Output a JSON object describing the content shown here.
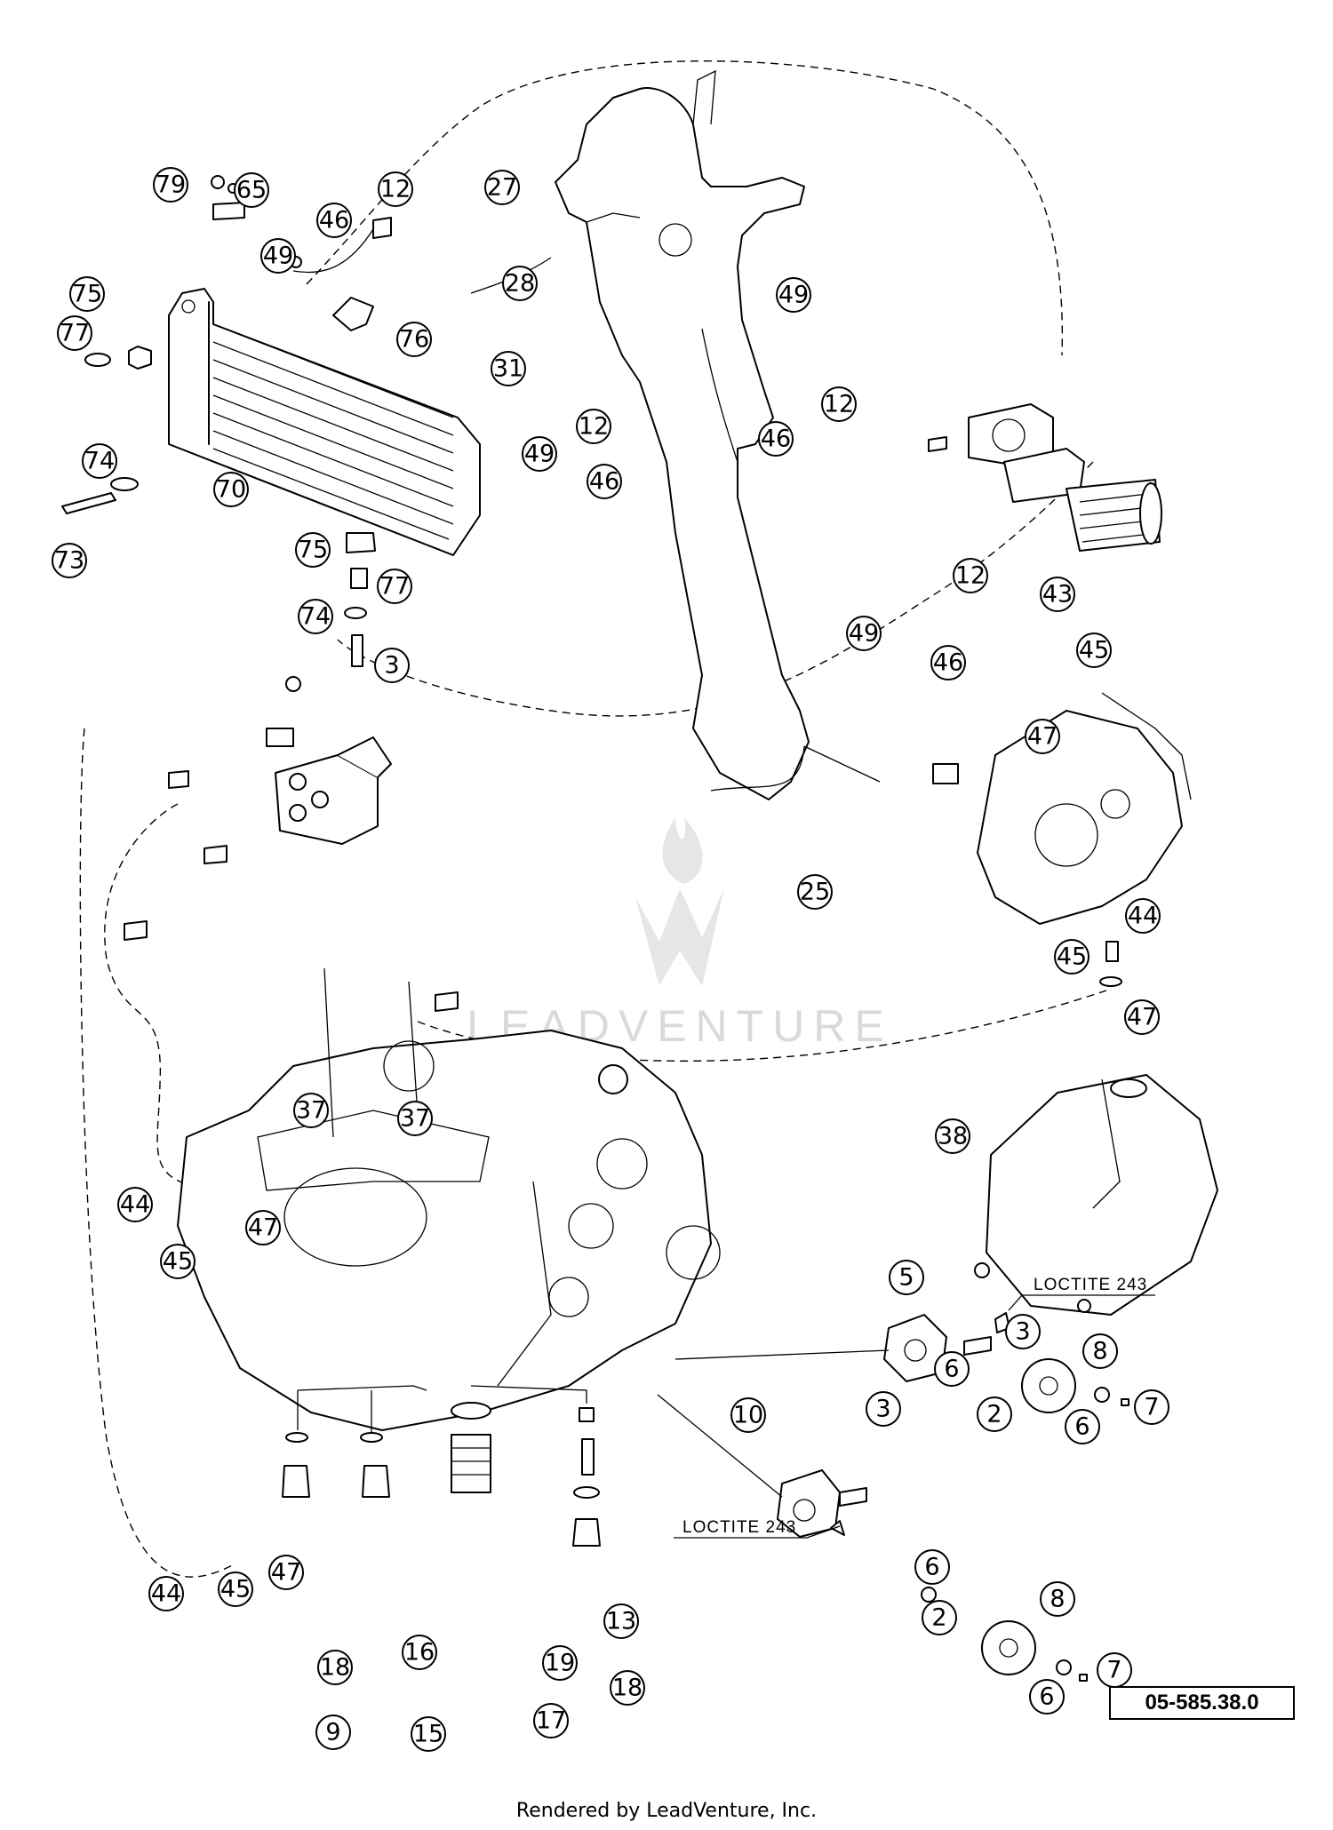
{
  "diagram": {
    "callouts": [
      "79",
      "65",
      "12",
      "46",
      "49",
      "27",
      "28",
      "75",
      "76",
      "77",
      "74",
      "70",
      "73",
      "31",
      "12",
      "49",
      "46",
      "12",
      "46",
      "49",
      "3",
      "77",
      "75",
      "74",
      "12",
      "49",
      "46",
      "43",
      "45",
      "47",
      "25",
      "44",
      "45",
      "47",
      "37",
      "37",
      "38",
      "44",
      "45",
      "47",
      "5",
      "3",
      "8",
      "6",
      "2",
      "7",
      "6",
      "10",
      "3",
      "6",
      "2",
      "8",
      "7",
      "6",
      "44",
      "45",
      "47",
      "13",
      "18",
      "16",
      "19",
      "18",
      "9",
      "15",
      "17"
    ],
    "notes": [
      "LOCTITE 243",
      "LOCTITE 243"
    ],
    "reference_number": "05-585.38.0",
    "watermark": "LEADVENTURE",
    "footer": "Rendered by LeadVenture, Inc."
  }
}
